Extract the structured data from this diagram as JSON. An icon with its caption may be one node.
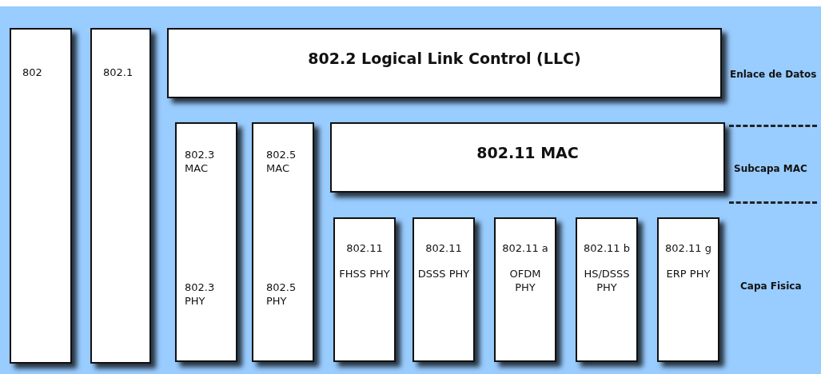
{
  "diagram": {
    "nodes": [
      {
        "text": [
          "802"
        ]
      },
      {
        "text": [
          "802.1"
        ]
      },
      {
        "text": [
          "802.2 Logical Link Control (LLC)"
        ]
      },
      {
        "text": [
          "802.3 MAC",
          "802.3 PHY"
        ]
      },
      {
        "text": [
          "802.5 MAC",
          "802.5 PHY"
        ]
      },
      {
        "text": [
          "802.11 MAC"
        ]
      },
      {
        "text": [
          "802.11",
          "FHSS PHY"
        ]
      },
      {
        "text": [
          "802.11",
          "DSSS PHY"
        ]
      },
      {
        "text": [
          "802.11 a",
          "OFDM PHY"
        ]
      },
      {
        "text": [
          "802.11 b",
          "HS/DSSS PHY"
        ]
      },
      {
        "text": [
          "802.11 g",
          "ERP PHY"
        ]
      }
    ],
    "labels": [
      "Enlace de Datos",
      "Subcapa MAC",
      "Capa Fisica"
    ]
  }
}
